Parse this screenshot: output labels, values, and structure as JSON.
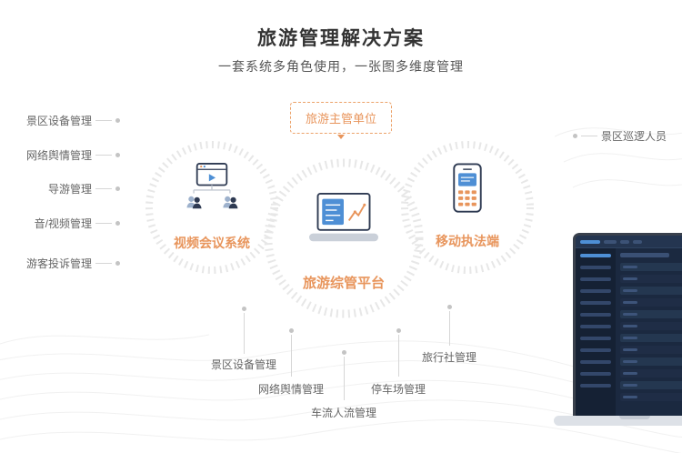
{
  "page": {
    "title": "旅游管理解决方案",
    "subtitle": "一套系统多角色使用，一张图多维度管理"
  },
  "org_badge": {
    "label": "旅游主管单位"
  },
  "circles": [
    {
      "label": "视频会议系统",
      "icon": "video-conference-icon"
    },
    {
      "label": "旅游综管平台",
      "icon": "laptop-dashboard-icon"
    },
    {
      "label": "移动执法端",
      "icon": "handheld-terminal-icon"
    }
  ],
  "left_labels": [
    "景区设备管理",
    "网络舆情管理",
    "导游管理",
    "音/视频管理",
    "游客投诉管理"
  ],
  "right_labels": [
    "景区巡逻人员"
  ],
  "bottom_labels": [
    "景区设备管理",
    "网络舆情管理",
    "车流人流管理",
    "停车场管理",
    "旅行社管理"
  ],
  "colors": {
    "accent_orange": "#E8955C",
    "icon_blue": "#4E8FD5",
    "icon_navy": "#2E3A52",
    "label_gray": "#666666",
    "connector_gray": "#D6D6D6",
    "ring_gray": "#E7E7E7"
  }
}
